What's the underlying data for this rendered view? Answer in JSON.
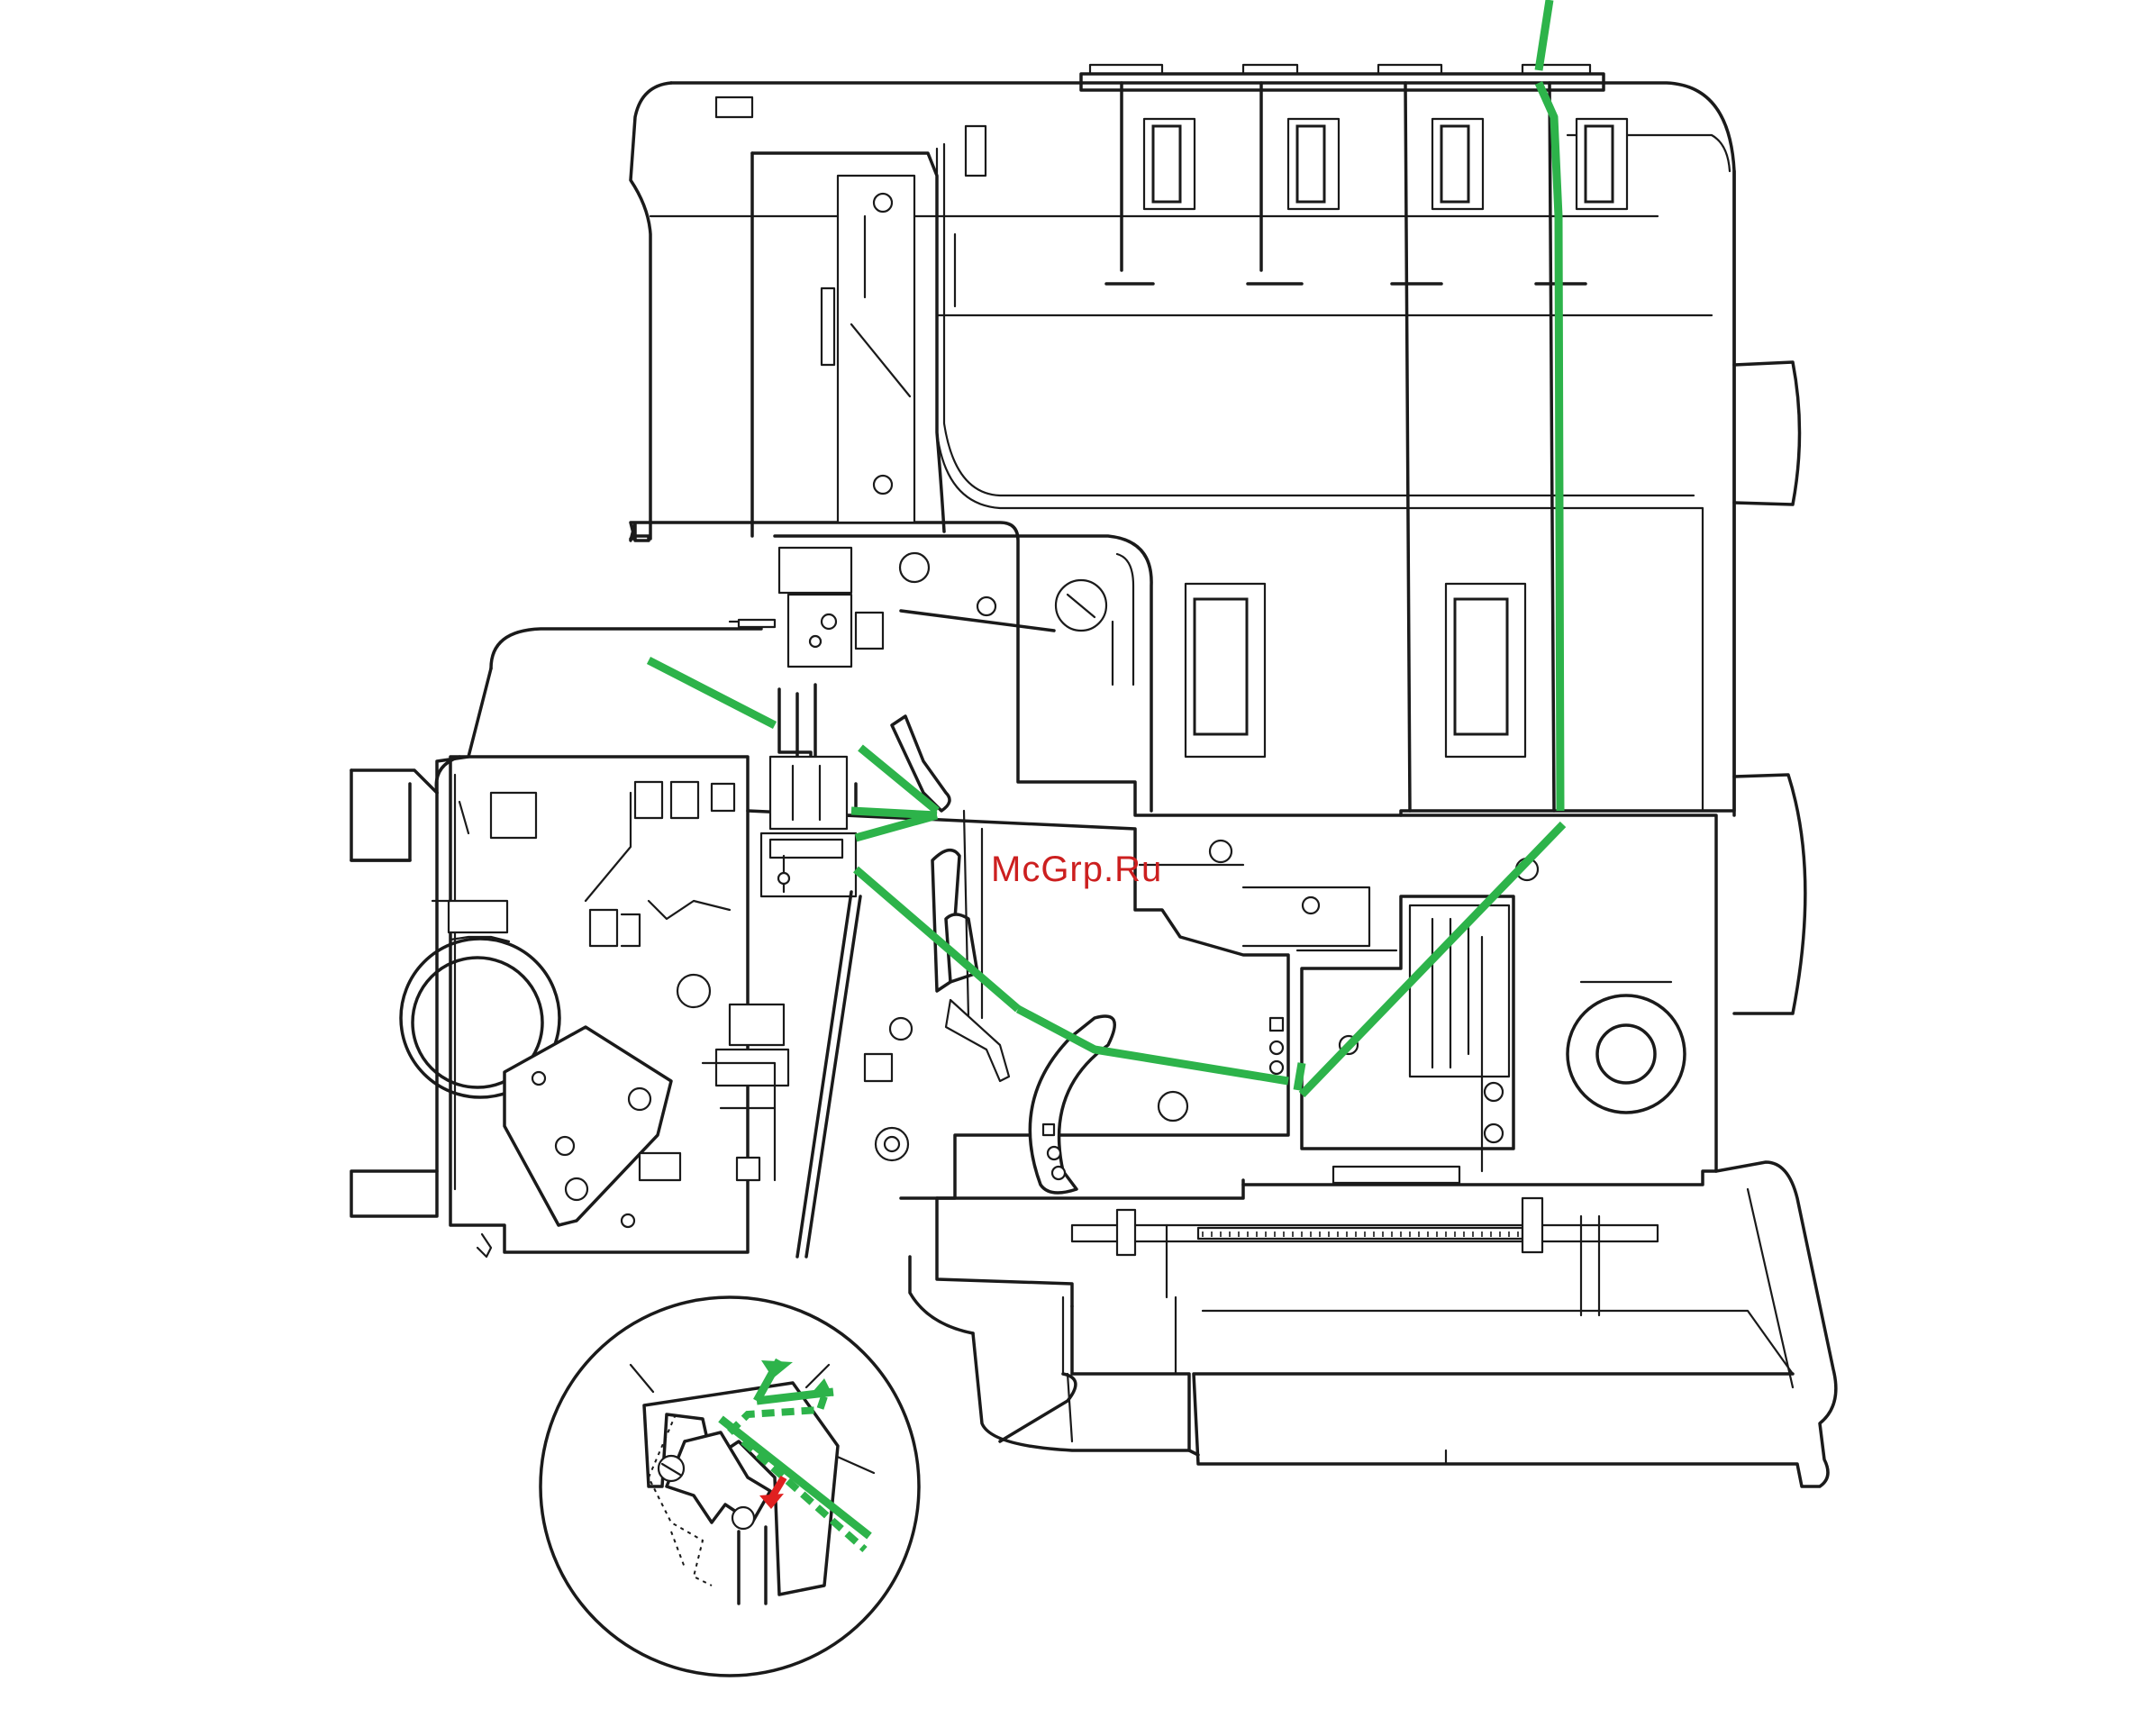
{
  "watermark": {
    "text": "McGrp.Ru",
    "color": "#cc1f1f"
  },
  "colors": {
    "thread": "#2db34a",
    "line": "#1a1a1a",
    "arrow": "#e02020",
    "background": "#ffffff"
  },
  "diagram": {
    "subject": "overlock-machine-threading",
    "highlight": "upper-looper-thread-path",
    "inset": "looper-eye-detail"
  }
}
